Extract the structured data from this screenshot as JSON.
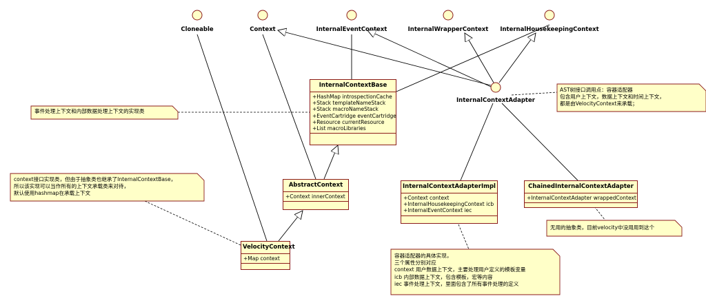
{
  "interfaces": [
    {
      "id": "cloneable",
      "label": "Cloneable"
    },
    {
      "id": "context",
      "label": "Context"
    },
    {
      "id": "internal-event-context",
      "label": "InternalEventContext"
    },
    {
      "id": "internal-wrapper-context",
      "label": "InternalWrapperContext"
    },
    {
      "id": "internal-housekeeping-context",
      "label": "InternalHousekeepingContext"
    },
    {
      "id": "internal-context-adapter",
      "label": "InternalContextAdapter"
    }
  ],
  "classes": {
    "internal_context_base": {
      "name": "InternalContextBase",
      "attributes": [
        "+HashMap introspectionCache",
        "+Stack templateNameStack",
        "+Stack macroNameStack",
        "+EventCartridge eventCartridge",
        "+Resource currentResource",
        "+List macroLibraries"
      ]
    },
    "abstract_context": {
      "name": "AbstractContext",
      "attributes": [
        "+Context innerContext"
      ]
    },
    "velocity_context": {
      "name": "VelocityContext",
      "attributes": [
        "+Map context"
      ]
    },
    "internal_context_adapter_impl": {
      "name": "InternalContextAdapterImpl",
      "attributes": [
        "+Context context",
        "+InternalHousekeepingContext icb",
        "+InternalEventContext iec"
      ]
    },
    "chained_internal_context_adapter": {
      "name": "ChainedInternalContextAdapter",
      "attributes": [
        "+InternalContextAdapter wrappedContext"
      ]
    }
  },
  "notes": {
    "event_note": [
      "事件处理上下文和内部数据处理上下文的实现类"
    ],
    "context_impl_note": [
      "context接口实现类，但由于抽象类也继承了InternalContextBase，",
      "所以该实现可以当作所有的上下文承载类来对待，",
      "默认使用hashmap在承载上下文"
    ],
    "ast_note": [
      "AST树接口调用点：容器适配器",
      "包含用户上下文，数据上下文和时间上下文，",
      "都是由VelocityContext来承载；"
    ],
    "unused_note": [
      "无用的抽象类，目前velocity中没用用到这个"
    ],
    "adapter_impl_note": [
      "容器适配器的具体实现，",
      "三个属性分别对应",
      "context 用户数据上下文，主要处理用户定义的模板变量",
      "icb 内部数据上下文，包含模板，宏等内容",
      "iec 事件处理上下文，里面包含了所有事件处理的定义"
    ]
  },
  "colors": {
    "fill": "#ffffc8",
    "border": "#8b1a1a",
    "line": "#000000"
  }
}
